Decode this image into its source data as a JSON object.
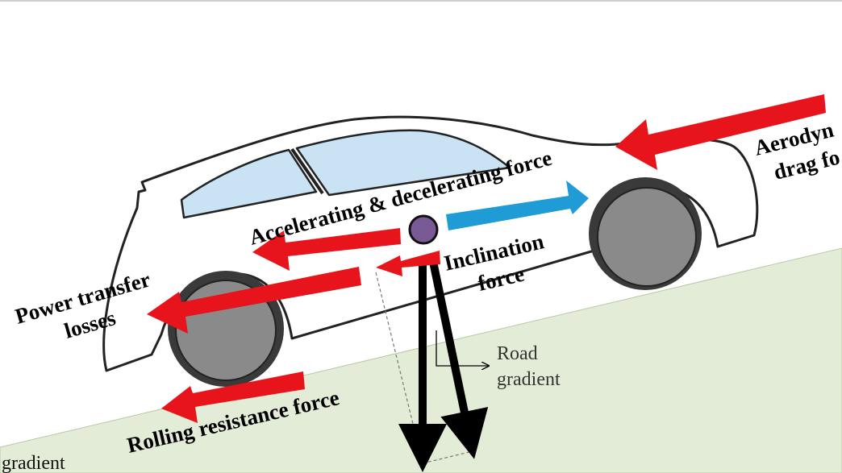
{
  "labels": {
    "accelerating": "Accelerating & decelerating force",
    "aero_line1": "Aerodyn",
    "aero_line2": "drag fo",
    "power_line1": "Power transfer",
    "power_line2": "losses",
    "inclination_line1": "Inclination",
    "inclination_line2": "force",
    "rolling": "Rolling resistance force",
    "road_gradient_line1": "Road",
    "road_gradient_line2": "gradient",
    "gradient_corner": "gradient"
  },
  "colors": {
    "force_arrow": "#e8141b",
    "accel_arrow": "#1f9bd6",
    "ground": "#e2ecd6",
    "window": "#c9e3f4",
    "tire": "#8a8a8a",
    "center_of_mass": "#7a5a94"
  }
}
